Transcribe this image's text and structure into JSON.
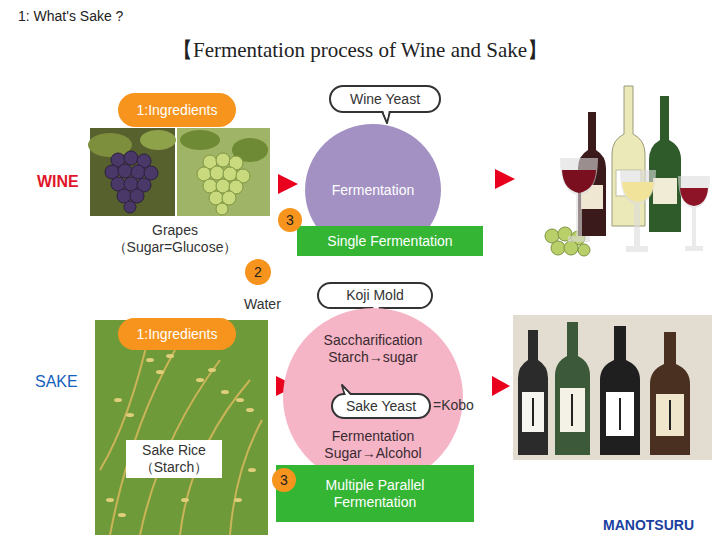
{
  "diagram": {
    "title": "【Fermentation process of Wine and Sake】",
    "nodes": [
      {
        "text": [
          "1:Ingredients"
        ]
      },
      {
        "text": [
          "Wine Yeast"
        ]
      },
      {
        "text": [
          "Fermentation"
        ]
      },
      {
        "text": [
          "3"
        ]
      },
      {
        "text": [
          "Single Fermentation"
        ]
      },
      {
        "text": [
          "2"
        ]
      },
      {
        "text": [
          "Koji Mold"
        ]
      },
      {
        "text": [
          "1:Ingredients"
        ]
      },
      {
        "text": [
          "Saccharification",
          "Starch→sugar",
          "Fermentation",
          "Sugar→Alcohol"
        ]
      },
      {
        "text": [
          "Sake Yeast"
        ],
        "in": 8
      },
      {
        "text": [
          "3"
        ]
      },
      {
        "text": [
          "Multiple Parallel Fermentation"
        ]
      }
    ],
    "labels": [
      "1: What's Sake ?",
      "WINE",
      "Grapes （Sugar=Glucose）",
      "Water",
      "SAKE",
      "=Kobo",
      "Sake Rice （Starch）",
      "MANOTSURU"
    ]
  }
}
